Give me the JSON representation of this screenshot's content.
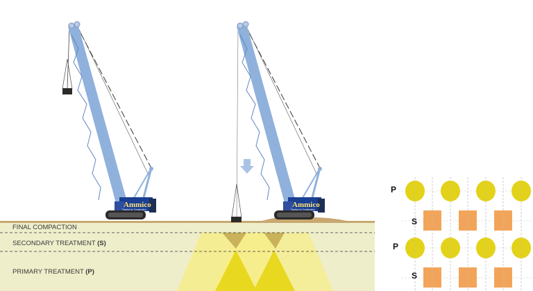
{
  "layers": [
    {
      "name": "FINAL COMPACTION",
      "code": ""
    },
    {
      "name": "SECONDARY TREATMENT",
      "code": "(S)"
    },
    {
      "name": "PRIMARY TREATMENT",
      "code": "(P)"
    }
  ],
  "crane": {
    "brand": "Ammico",
    "tagline": "Traction for Construction"
  },
  "grid": {
    "rows": [
      "P",
      "S",
      "P",
      "S"
    ],
    "primary_color": "#e3d21a",
    "secondary_color": "#f2a55a"
  },
  "colors": {
    "soil": "#eeeecb",
    "ground_line": "#c8a870",
    "crane_boom": "#8fb1dc",
    "crane_body": "#1a3f93",
    "treatment_yellow": "#f0e04a",
    "arrow": "#a9c2e6"
  }
}
